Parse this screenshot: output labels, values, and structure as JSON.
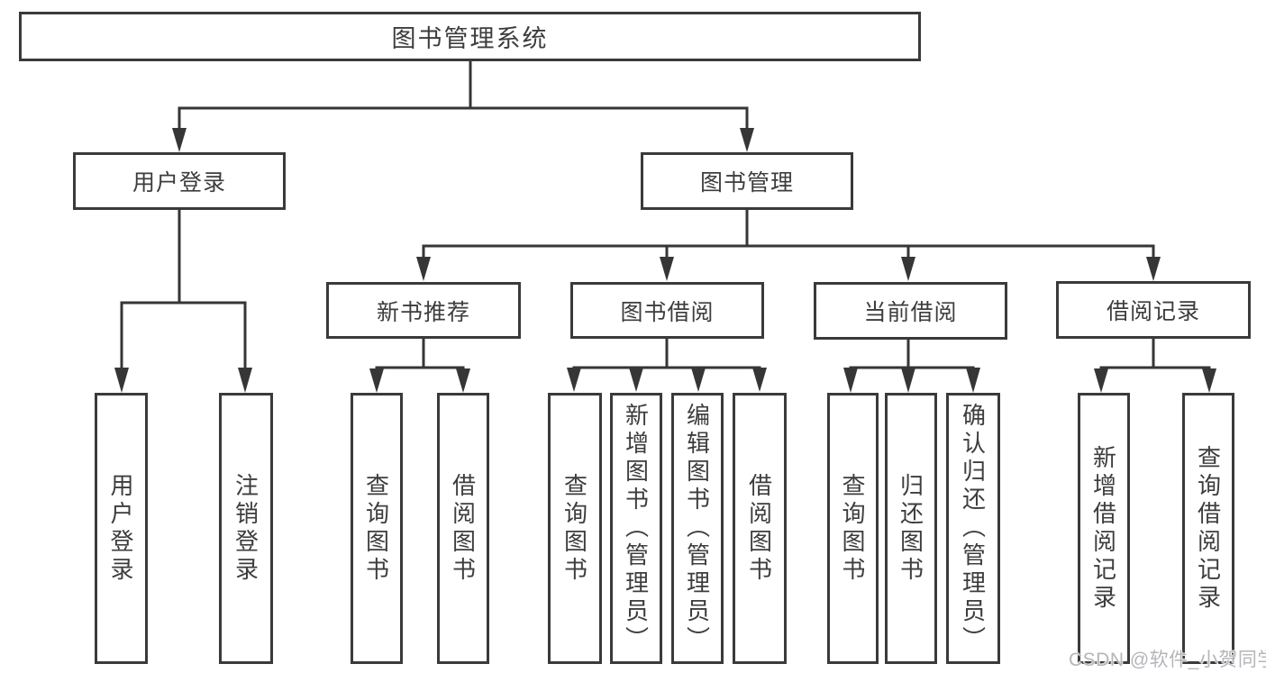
{
  "diagram": {
    "type": "hierarchy-tree",
    "colors": {
      "line": "#363636",
      "box_border": "#3a3a3a",
      "text": "#3d3d3d",
      "background": "#ffffff",
      "watermark_text": "#b5b5ba"
    },
    "tree": {
      "label": "图书管理系统",
      "children": [
        {
          "label": "用户登录",
          "children": [
            {
              "label": "用户登录"
            },
            {
              "label": "注销登录"
            }
          ]
        },
        {
          "label": "图书管理",
          "children": [
            {
              "label": "新书推荐",
              "children": [
                {
                  "label": "查询图书"
                },
                {
                  "label": "借阅图书"
                }
              ]
            },
            {
              "label": "图书借阅",
              "children": [
                {
                  "label": "查询图书"
                },
                {
                  "label": "新增图书（管理员）"
                },
                {
                  "label": "编辑图书（管理员）"
                },
                {
                  "label": "借阅图书"
                }
              ]
            },
            {
              "label": "当前借阅",
              "children": [
                {
                  "label": "查询图书"
                },
                {
                  "label": "归还图书"
                },
                {
                  "label": "确认归还（管理员）"
                }
              ]
            },
            {
              "label": "借阅记录",
              "children": [
                {
                  "label": "新增借阅记录"
                },
                {
                  "label": "查询借阅记录"
                }
              ]
            }
          ]
        }
      ]
    },
    "watermark": "CSDN @软件_小贺同学"
  }
}
